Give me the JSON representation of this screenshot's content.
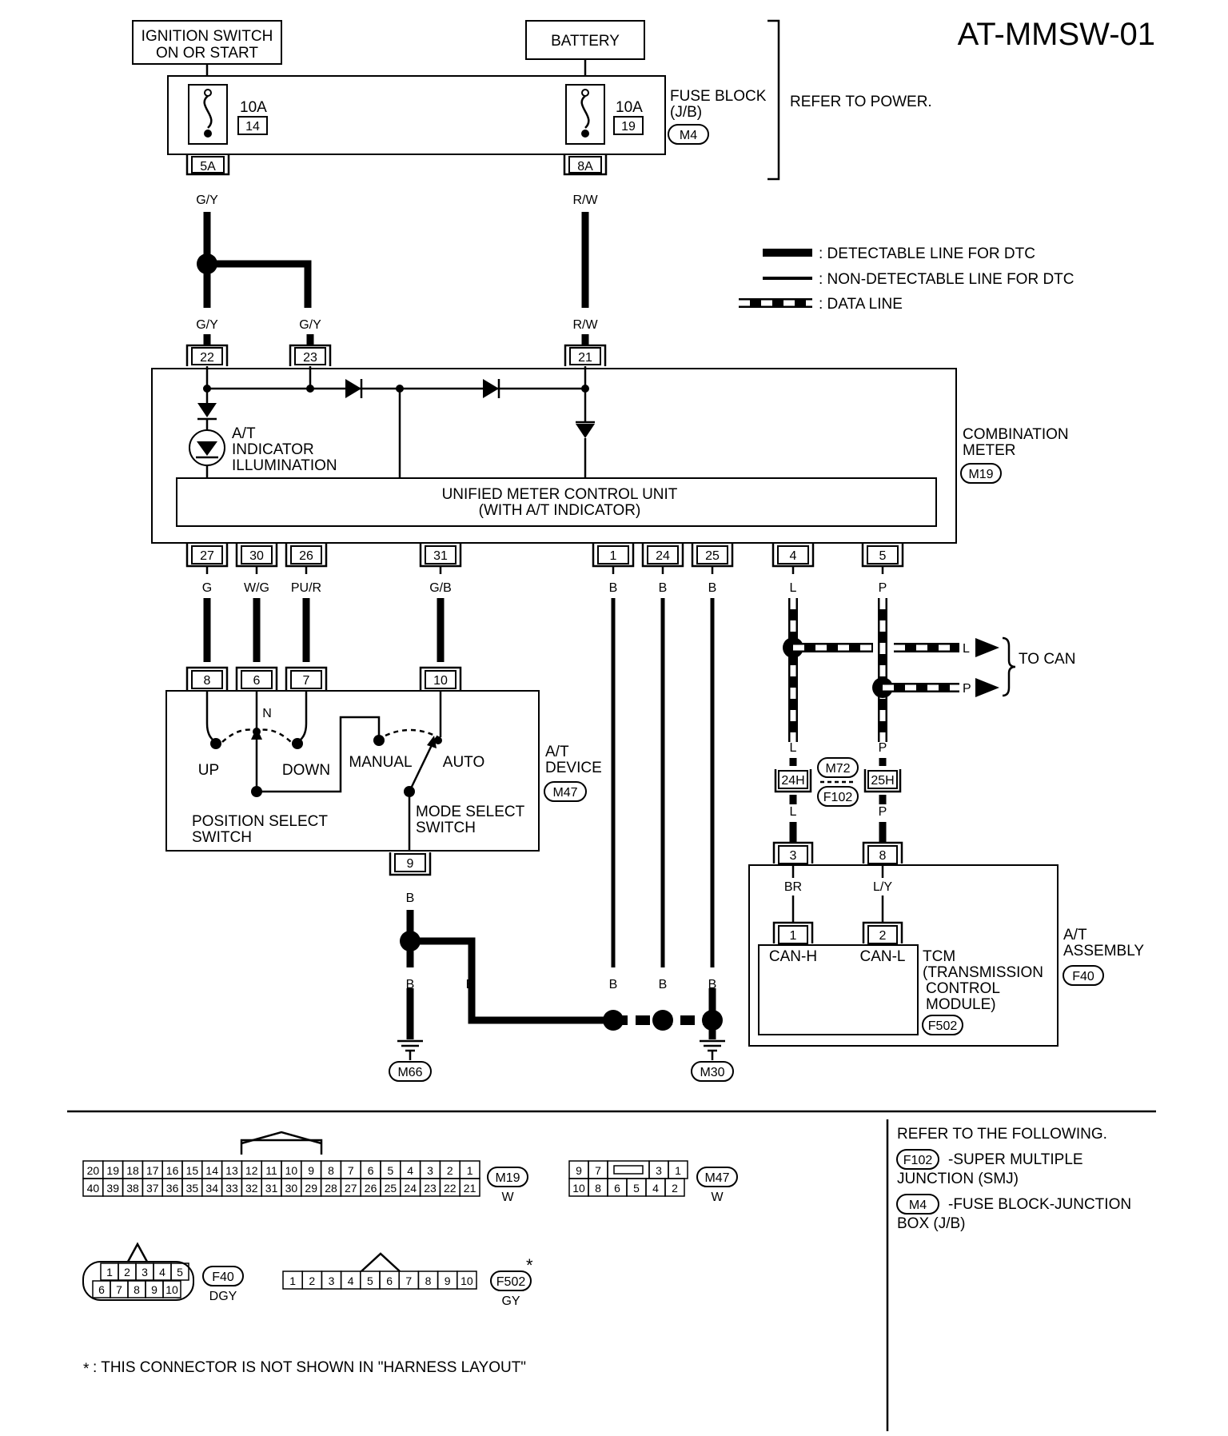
{
  "page_code": "AT-MMSW-01",
  "sources": {
    "ignition_line1": "IGNITION SWITCH",
    "ignition_line2": "ON OR START",
    "battery": "BATTERY"
  },
  "fuse_block": {
    "line1": "FUSE BLOCK",
    "line2": "(J/B)",
    "connector": "M4",
    "refer": "REFER TO POWER.",
    "fuses": [
      {
        "amp": "10A",
        "num": "14",
        "out_pin": "5A",
        "wire": "G/Y"
      },
      {
        "amp": "10A",
        "num": "19",
        "out_pin": "8A",
        "wire": "R/W"
      }
    ]
  },
  "legend": {
    "detectable": ": DETECTABLE LINE FOR DTC",
    "non_detectable": ": NON-DETECTABLE LINE FOR DTC",
    "data": ": DATA LINE"
  },
  "combination_meter": {
    "line1": "COMBINATION",
    "line2": "METER",
    "connector": "M19",
    "inputs": [
      {
        "pin": "22",
        "wire": "G/Y"
      },
      {
        "pin": "23",
        "wire": "G/Y"
      },
      {
        "pin": "21",
        "wire": "R/W"
      }
    ],
    "indicator_line1": "A/T",
    "indicator_line2": "INDICATOR",
    "indicator_line3": "ILLUMINATION",
    "unit_line1": "UNIFIED METER CONTROL UNIT",
    "unit_line2": "(WITH A/T INDICATOR)",
    "outputs": [
      {
        "pin": "27",
        "wire": "G"
      },
      {
        "pin": "30",
        "wire": "W/G"
      },
      {
        "pin": "26",
        "wire": "PU/R"
      },
      {
        "pin": "31",
        "wire": "G/B"
      },
      {
        "pin": "1",
        "wire": "B"
      },
      {
        "pin": "24",
        "wire": "B"
      },
      {
        "pin": "25",
        "wire": "B"
      },
      {
        "pin": "4",
        "wire": "L"
      },
      {
        "pin": "5",
        "wire": "P"
      }
    ]
  },
  "at_device": {
    "line1": "A/T",
    "line2": "DEVICE",
    "connector": "M47",
    "pins_top": [
      "8",
      "6",
      "7",
      "10"
    ],
    "pin_bottom": "9",
    "wire_bottom": "B",
    "n_label": "N",
    "up": "UP",
    "down": "DOWN",
    "manual": "MANUAL",
    "auto": "AUTO",
    "pos_switch_line1": "POSITION SELECT",
    "pos_switch_line2": "SWITCH",
    "mode_switch_line1": "MODE SELECT",
    "mode_switch_line2": "SWITCH"
  },
  "can": {
    "to_can": "TO CAN",
    "l": "L",
    "p": "P",
    "junction_top": "M72",
    "junction_bottom": "F102",
    "pin_l": "24H",
    "pin_p": "25H"
  },
  "at_assembly": {
    "line1": "A/T",
    "line2": "ASSEMBLY",
    "connector": "F40",
    "pin_br": "3",
    "pin_ly": "8",
    "wire_br": "BR",
    "wire_ly": "L/Y",
    "tcm_pin1": "1",
    "tcm_pin2": "2",
    "can_h": "CAN-H",
    "can_l": "CAN-L",
    "tcm_line1": "TCM",
    "tcm_line2": "(TRANSMISSION",
    "tcm_line3": "CONTROL",
    "tcm_line4": "MODULE)",
    "tcm_connector": "F502"
  },
  "grounds": {
    "left": "M66",
    "right": "M30",
    "wire": "B"
  },
  "connectors_views": {
    "m19": {
      "top": [
        "20",
        "19",
        "18",
        "17",
        "16",
        "15",
        "14",
        "13",
        "12",
        "11",
        "10",
        "9",
        "8",
        "7",
        "6",
        "5",
        "4",
        "3",
        "2",
        "1"
      ],
      "bottom": [
        "40",
        "39",
        "38",
        "37",
        "36",
        "35",
        "34",
        "33",
        "32",
        "31",
        "30",
        "29",
        "28",
        "27",
        "26",
        "25",
        "24",
        "23",
        "22",
        "21"
      ],
      "name": "M19",
      "color": "W"
    },
    "m47": {
      "top": [
        "9",
        "7",
        "3",
        "1"
      ],
      "bottom": [
        "10",
        "8",
        "6",
        "5",
        "4",
        "2"
      ],
      "name": "M47",
      "color": "W"
    },
    "f40": {
      "top": [
        "1",
        "2",
        "3",
        "4",
        "5"
      ],
      "bottom": [
        "6",
        "7",
        "8",
        "9",
        "10"
      ],
      "name": "F40",
      "color": "DGY"
    },
    "f502": {
      "cells": [
        "1",
        "2",
        "3",
        "4",
        "5",
        "6",
        "7",
        "8",
        "9",
        "10"
      ],
      "name": "F502",
      "star": "*",
      "color": "GY"
    }
  },
  "refer": {
    "title": "REFER TO THE FOLLOWING.",
    "item1_conn": "F102",
    "item1_text_a": "-SUPER MULTIPLE",
    "item1_text_b": "JUNCTION (SMJ)",
    "item2_conn": "M4",
    "item2_text_a": "-FUSE BLOCK-JUNCTION",
    "item2_text_b": "BOX (J/B)"
  },
  "footnote_star": "*",
  "footnote": ": THIS CONNECTOR IS NOT SHOWN IN \"HARNESS LAYOUT\""
}
